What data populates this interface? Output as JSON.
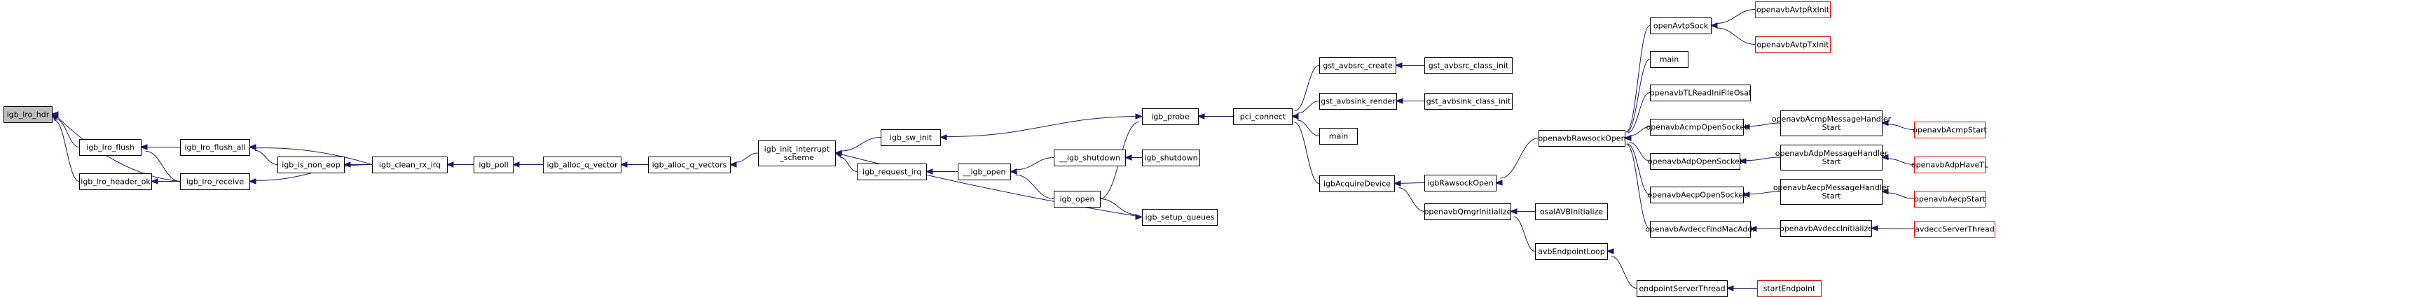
{
  "colors": {
    "edge": "#191970",
    "node_border": "#000000",
    "node_border_external": "#ff0000",
    "node_fill": "#ffffff",
    "node_fill_root": "#bfbfbf"
  },
  "nodes": [
    {
      "id": "igb_lro_hdr",
      "lines": [
        "igb_lro_hdr"
      ],
      "root": true
    },
    {
      "id": "igb_lro_flush",
      "lines": [
        "igb_lro_flush"
      ]
    },
    {
      "id": "igb_lro_header_ok",
      "lines": [
        "igb_lro_header_ok"
      ]
    },
    {
      "id": "igb_lro_flush_all",
      "lines": [
        "igb_lro_flush_all"
      ]
    },
    {
      "id": "igb_lro_receive",
      "lines": [
        "igb_lro_receive"
      ]
    },
    {
      "id": "igb_is_non_eop",
      "lines": [
        "igb_is_non_eop"
      ]
    },
    {
      "id": "igb_clean_rx_irq",
      "lines": [
        "igb_clean_rx_irq"
      ]
    },
    {
      "id": "igb_poll",
      "lines": [
        "igb_poll"
      ]
    },
    {
      "id": "igb_alloc_q_vector",
      "lines": [
        "igb_alloc_q_vector"
      ]
    },
    {
      "id": "igb_alloc_q_vectors",
      "lines": [
        "igb_alloc_q_vectors"
      ]
    },
    {
      "id": "igb_init_interrupt_scheme",
      "lines": [
        "igb_init_interrupt",
        "_scheme"
      ]
    },
    {
      "id": "igb_sw_init",
      "lines": [
        "igb_sw_init"
      ]
    },
    {
      "id": "igb_request_irq",
      "lines": [
        "igb_request_irq"
      ]
    },
    {
      "id": "__igb_open",
      "lines": [
        "__igb_open"
      ]
    },
    {
      "id": "__igb_shutdown",
      "lines": [
        "__igb_shutdown"
      ]
    },
    {
      "id": "igb_open",
      "lines": [
        "igb_open"
      ]
    },
    {
      "id": "igb_shutdown",
      "lines": [
        "igb_shutdown"
      ]
    },
    {
      "id": "igb_probe",
      "lines": [
        "igb_probe"
      ]
    },
    {
      "id": "igb_setup_queues",
      "lines": [
        "igb_setup_queues"
      ]
    },
    {
      "id": "pci_connect",
      "lines": [
        "pci_connect"
      ]
    },
    {
      "id": "gst_avbsrc_create",
      "lines": [
        "gst_avbsrc_create"
      ]
    },
    {
      "id": "gst_avbsink_render",
      "lines": [
        "gst_avbsink_render"
      ]
    },
    {
      "id": "main1",
      "lines": [
        "main"
      ]
    },
    {
      "id": "igbAcquireDevice",
      "lines": [
        "igbAcquireDevice"
      ]
    },
    {
      "id": "gst_avbsrc_class_init",
      "lines": [
        "gst_avbsrc_class_init"
      ]
    },
    {
      "id": "gst_avbsink_class_init",
      "lines": [
        "gst_avbsink_class_init"
      ]
    },
    {
      "id": "igbRawsockOpen",
      "lines": [
        "igbRawsockOpen"
      ]
    },
    {
      "id": "openavbQmgrInitialize",
      "lines": [
        "openavbQmgrInitialize"
      ]
    },
    {
      "id": "osalAVBInitialize",
      "lines": [
        "osalAVBInitialize"
      ]
    },
    {
      "id": "avbEndpointLoop",
      "lines": [
        "avbEndpointLoop"
      ]
    },
    {
      "id": "endpointServerThread",
      "lines": [
        "endpointServerThread"
      ]
    },
    {
      "id": "startEndpoint",
      "lines": [
        "startEndpoint"
      ],
      "external": true
    },
    {
      "id": "openavbRawsockOpen",
      "lines": [
        "openavbRawsockOpen"
      ]
    },
    {
      "id": "openAvtpSock",
      "lines": [
        "openAvtpSock"
      ]
    },
    {
      "id": "main2",
      "lines": [
        "main"
      ]
    },
    {
      "id": "openavbTLReadIniFileOsal",
      "lines": [
        "openavbTLReadIniFileOsal"
      ]
    },
    {
      "id": "openavbAcmpOpenSocket",
      "lines": [
        "openavbAcmpOpenSocket"
      ]
    },
    {
      "id": "openavbAdpOpenSocket",
      "lines": [
        "openavbAdpOpenSocket"
      ]
    },
    {
      "id": "openavbAecpOpenSocket",
      "lines": [
        "openavbAecpOpenSocket"
      ]
    },
    {
      "id": "openavbAvdeccFindMacAddr",
      "lines": [
        "openavbAvdeccFindMacAddr"
      ]
    },
    {
      "id": "openavbAvtpRxInit",
      "lines": [
        "openavbAvtpRxInit"
      ],
      "external": true
    },
    {
      "id": "openavbAvtpTxInit",
      "lines": [
        "openavbAvtpTxInit"
      ],
      "external": true
    },
    {
      "id": "openavbAcmpMessageHandlerStart",
      "lines": [
        "openavbAcmpMessageHandler",
        "Start"
      ]
    },
    {
      "id": "openavbAdpMessageHandlerStart",
      "lines": [
        "openavbAdpMessageHandler",
        "Start"
      ]
    },
    {
      "id": "openavbAecpMessageHandlerStart",
      "lines": [
        "openavbAecpMessageHandler",
        "Start"
      ]
    },
    {
      "id": "openavbAvdeccInitialize",
      "lines": [
        "openavbAvdeccInitialize"
      ]
    },
    {
      "id": "openavbAcmpStart",
      "lines": [
        "openavbAcmpStart"
      ],
      "external": true
    },
    {
      "id": "openavbAdpHaveTL",
      "lines": [
        "openavbAdpHaveTL"
      ],
      "external": true
    },
    {
      "id": "openavbAecpStart",
      "lines": [
        "openavbAecpStart"
      ],
      "external": true
    },
    {
      "id": "avdeccServerThread",
      "lines": [
        "avdeccServerThread"
      ],
      "external": true
    }
  ],
  "edges": [
    [
      "igb_lro_flush",
      "igb_lro_hdr"
    ],
    [
      "igb_lro_header_ok",
      "igb_lro_hdr"
    ],
    [
      "igb_lro_receive",
      "igb_lro_hdr"
    ],
    [
      "igb_lro_flush_all",
      "igb_lro_flush"
    ],
    [
      "igb_lro_receive",
      "igb_lro_flush"
    ],
    [
      "igb_lro_receive",
      "igb_lro_header_ok"
    ],
    [
      "igb_is_non_eop",
      "igb_lro_flush_all"
    ],
    [
      "igb_clean_rx_irq",
      "igb_lro_flush_all"
    ],
    [
      "igb_clean_rx_irq",
      "igb_lro_receive"
    ],
    [
      "igb_clean_rx_irq",
      "igb_is_non_eop"
    ],
    [
      "igb_poll",
      "igb_clean_rx_irq"
    ],
    [
      "igb_alloc_q_vector",
      "igb_poll"
    ],
    [
      "igb_alloc_q_vectors",
      "igb_alloc_q_vector"
    ],
    [
      "igb_init_interrupt_scheme",
      "igb_alloc_q_vectors"
    ],
    [
      "igb_sw_init",
      "igb_init_interrupt_scheme"
    ],
    [
      "igb_request_irq",
      "igb_init_interrupt_scheme"
    ],
    [
      "igb_setup_queues",
      "igb_init_interrupt_scheme"
    ],
    [
      "igb_probe",
      "igb_sw_init"
    ],
    [
      "__igb_open",
      "igb_request_irq"
    ],
    [
      "igb_open",
      "__igb_open"
    ],
    [
      "__igb_shutdown",
      "__igb_open"
    ],
    [
      "igb_shutdown",
      "__igb_shutdown"
    ],
    [
      "igb_open",
      "igb_probe"
    ],
    [
      "igb_open",
      "igb_setup_queues"
    ],
    [
      "pci_connect",
      "igb_probe"
    ],
    [
      "gst_avbsrc_create",
      "pci_connect"
    ],
    [
      "gst_avbsink_render",
      "pci_connect"
    ],
    [
      "main1",
      "pci_connect"
    ],
    [
      "igbAcquireDevice",
      "pci_connect"
    ],
    [
      "gst_avbsrc_class_init",
      "gst_avbsrc_create"
    ],
    [
      "gst_avbsink_class_init",
      "gst_avbsink_render"
    ],
    [
      "igbRawsockOpen",
      "igbAcquireDevice"
    ],
    [
      "openavbQmgrInitialize",
      "igbAcquireDevice"
    ],
    [
      "openavbRawsockOpen",
      "igbRawsockOpen"
    ],
    [
      "osalAVBInitialize",
      "openavbQmgrInitialize"
    ],
    [
      "avbEndpointLoop",
      "openavbQmgrInitialize"
    ],
    [
      "endpointServerThread",
      "avbEndpointLoop"
    ],
    [
      "startEndpoint",
      "endpointServerThread"
    ],
    [
      "openAvtpSock",
      "openavbRawsockOpen"
    ],
    [
      "main2",
      "openavbRawsockOpen"
    ],
    [
      "openavbTLReadIniFileOsal",
      "openavbRawsockOpen"
    ],
    [
      "openavbAcmpOpenSocket",
      "openavbRawsockOpen"
    ],
    [
      "openavbAdpOpenSocket",
      "openavbRawsockOpen"
    ],
    [
      "openavbAecpOpenSocket",
      "openavbRawsockOpen"
    ],
    [
      "openavbAvdeccFindMacAddr",
      "openavbRawsockOpen"
    ],
    [
      "openavbAvtpRxInit",
      "openAvtpSock"
    ],
    [
      "openavbAvtpTxInit",
      "openAvtpSock"
    ],
    [
      "openavbAcmpMessageHandlerStart",
      "openavbAcmpOpenSocket"
    ],
    [
      "openavbAdpMessageHandlerStart",
      "openavbAdpOpenSocket"
    ],
    [
      "openavbAecpMessageHandlerStart",
      "openavbAecpOpenSocket"
    ],
    [
      "openavbAvdeccInitialize",
      "openavbAvdeccFindMacAddr"
    ],
    [
      "openavbAcmpStart",
      "openavbAcmpMessageHandlerStart"
    ],
    [
      "openavbAdpHaveTL",
      "openavbAdpMessageHandlerStart"
    ],
    [
      "openavbAecpStart",
      "openavbAecpMessageHandlerStart"
    ],
    [
      "avdeccServerThread",
      "openavbAvdeccInitialize"
    ]
  ]
}
